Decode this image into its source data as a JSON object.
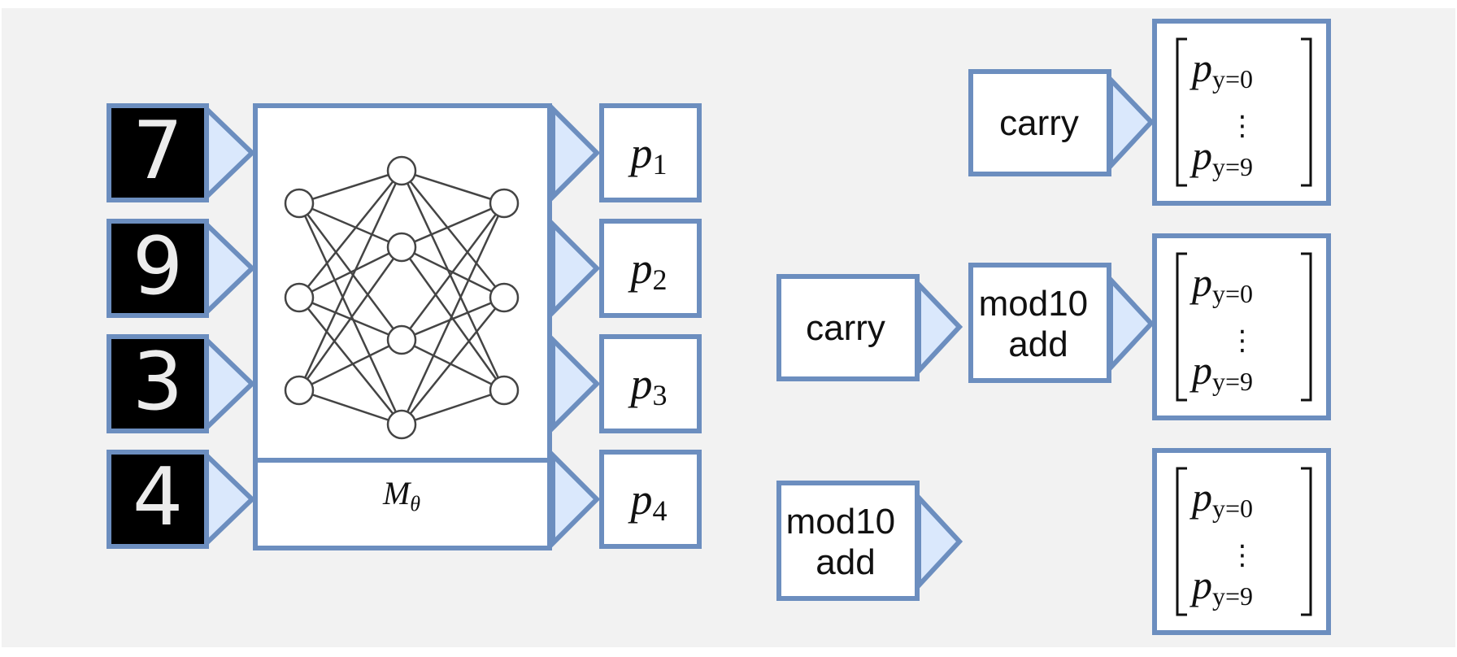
{
  "digits": [
    {
      "glyph": "7"
    },
    {
      "glyph": "9"
    },
    {
      "glyph": "3"
    },
    {
      "glyph": "4"
    }
  ],
  "model": {
    "label": "M",
    "subscript": "θ"
  },
  "outputs": [
    {
      "base": "p",
      "sub": "1"
    },
    {
      "base": "p",
      "sub": "2"
    },
    {
      "base": "p",
      "sub": "3"
    },
    {
      "base": "p",
      "sub": "4"
    }
  ],
  "ops": {
    "carry": "carry",
    "mod10_line1": "mod10",
    "mod10_line2": "add"
  },
  "vector": {
    "top_base": "p",
    "top_sub": "y=0",
    "dots": "⋮",
    "bottom_base": "p",
    "bottom_sub": "y=9"
  },
  "colors": {
    "background": "#f2f2f2",
    "stroke": "#6c8ebf",
    "arrow_fill": "#dae8fc",
    "network": "#444444"
  }
}
